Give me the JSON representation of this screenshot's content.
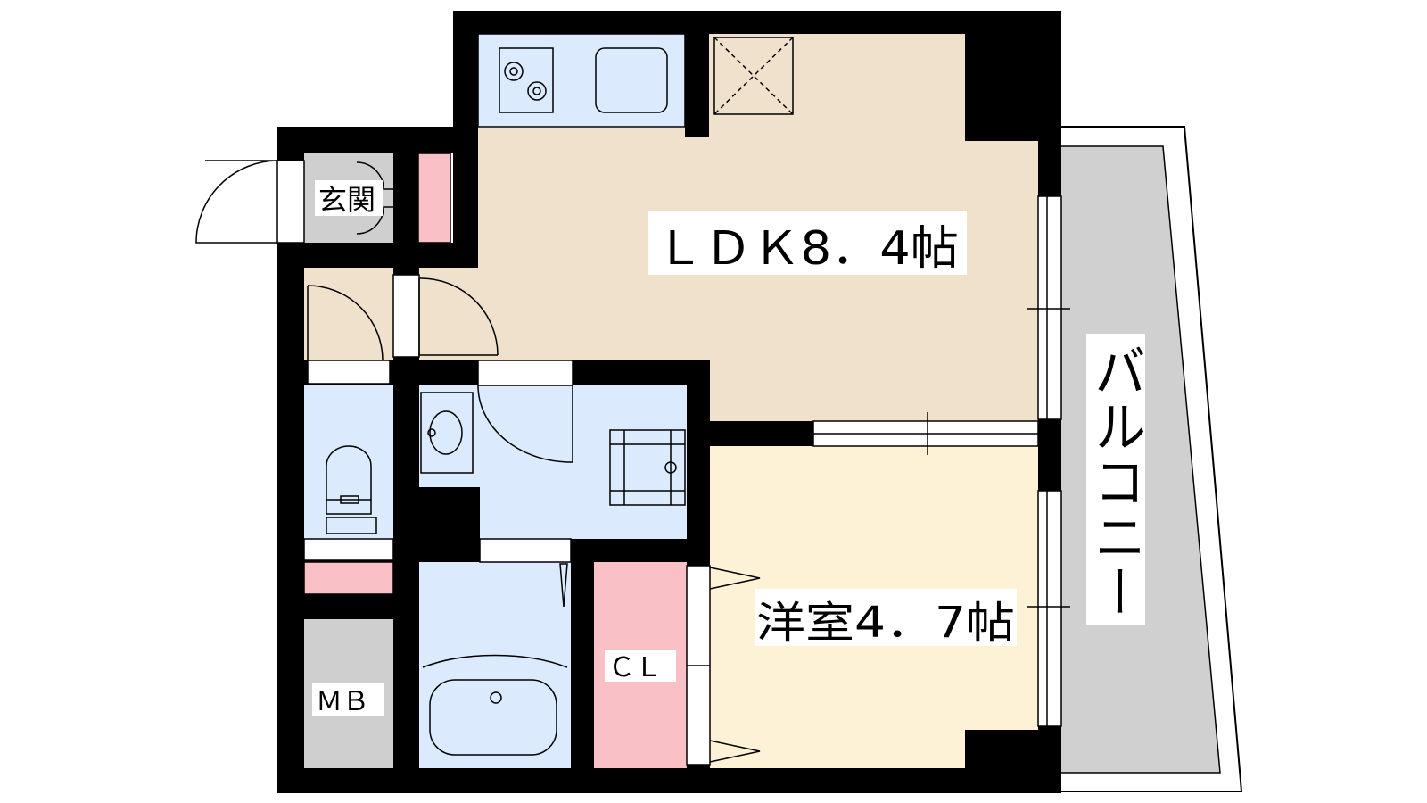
{
  "floor_plan": {
    "rooms": {
      "ldk": "ＬＤＫ8．4帖",
      "bedroom": "洋室4．7帖",
      "entrance": "玄関",
      "closet": "ＣＬ",
      "meter_box": "ＭＢ",
      "balcony": "バルコニー"
    },
    "colors": {
      "wall": "#000000",
      "ldk_floor": "#efe1cc",
      "bedroom_floor": "#fdf2d5",
      "wet_area": "#dbeafc",
      "storage": "#f9c1c5",
      "entrance_floor": "#cfcfcf",
      "meter_box_floor": "#cfcfcf",
      "balcony_floor": "#d0d0d0"
    }
  }
}
